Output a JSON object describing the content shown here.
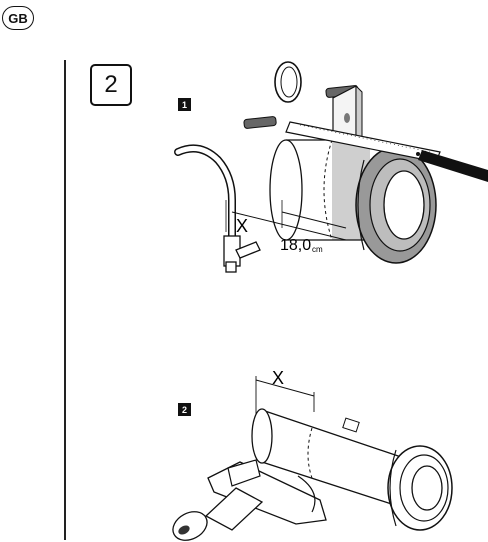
{
  "header": {
    "language_badge": "GB"
  },
  "step": {
    "number": "2"
  },
  "figure1": {
    "badge": "1",
    "dimension_x": "X",
    "dimension_value": "18,0",
    "dimension_unit": "cm"
  },
  "figure2": {
    "badge": "2",
    "dimension_x": "X"
  }
}
